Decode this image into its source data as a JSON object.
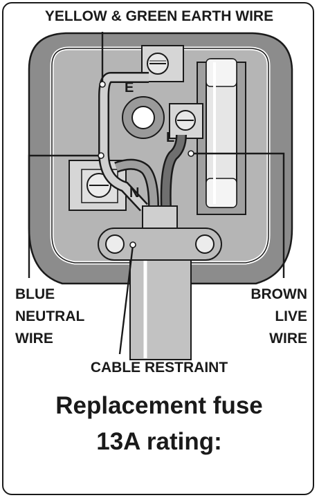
{
  "labels": {
    "earth": "YELLOW & GREEN EARTH WIRE",
    "neutral": [
      "BLUE",
      "NEUTRAL",
      "WIRE"
    ],
    "live": [
      "BROWN",
      "LIVE",
      "WIRE"
    ],
    "restraint": "CABLE RESTRAINT",
    "terminal_e": "E",
    "terminal_l": "L",
    "terminal_n": "N"
  },
  "caption": {
    "line1": "Replacement fuse",
    "line2": "13A rating:"
  },
  "colors": {
    "ink": "#1a1a1a",
    "plug_body": "#8c8c8c",
    "plug_inner": "#b9b9b9"
  }
}
